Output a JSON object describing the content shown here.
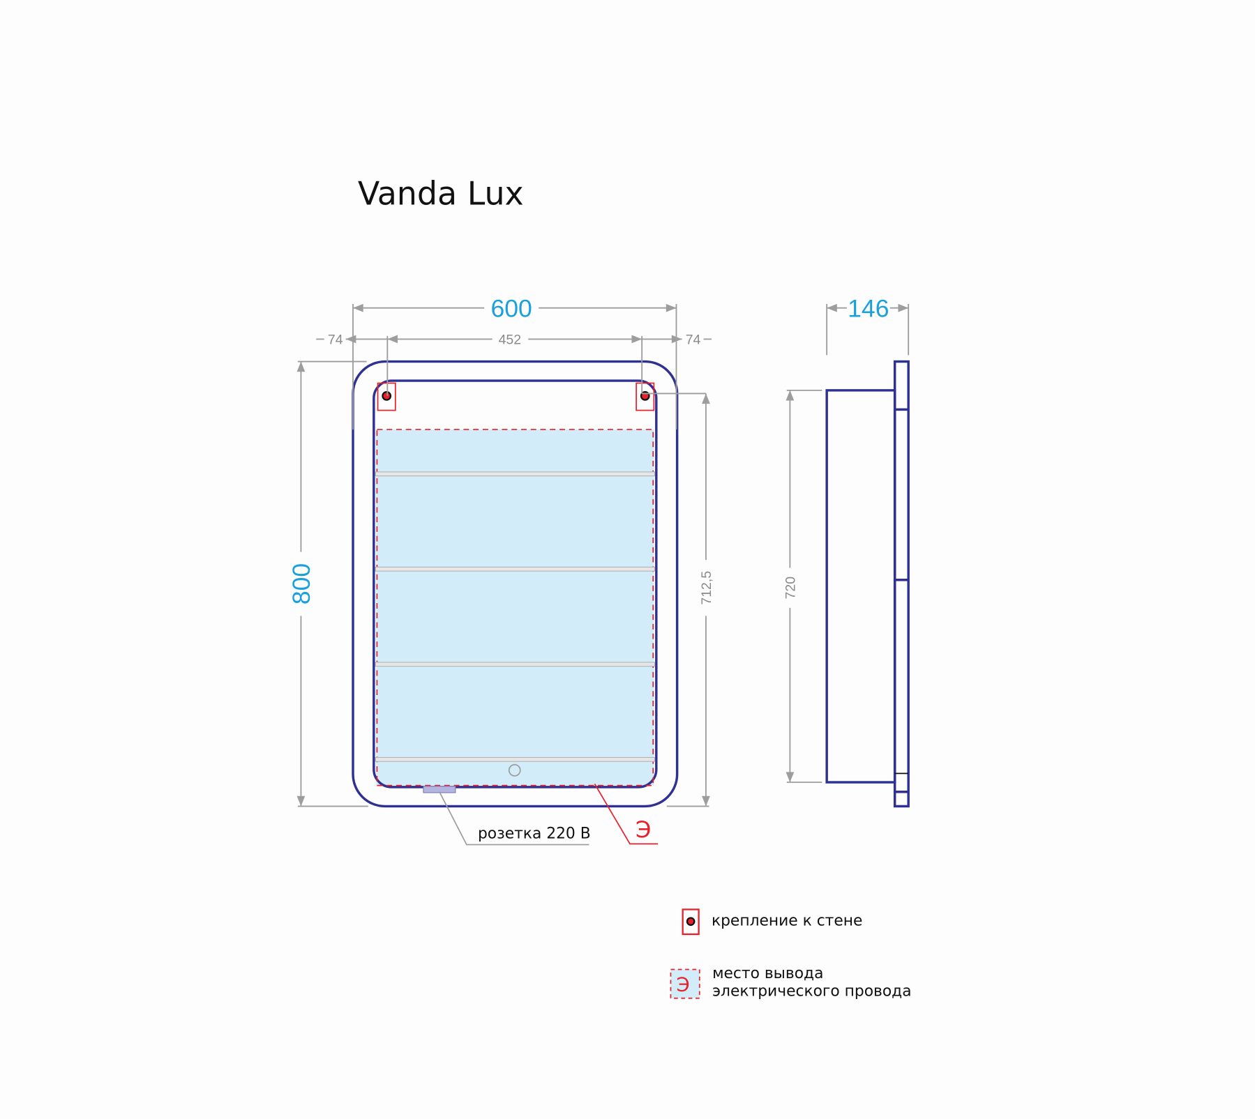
{
  "title": "Vanda Lux",
  "dimensions": {
    "width_total": "600",
    "mount_spacing": "452",
    "offset_left": "74",
    "offset_right": "74",
    "height_total": "800",
    "mount_height": "712,5",
    "depth": "146",
    "side_height": "720"
  },
  "callouts": {
    "socket": "розетка 220 В",
    "electric_mark": "Э"
  },
  "legend": {
    "mount_label": "крепление к стене",
    "wire_mark": "Э",
    "wire_label_line1": "место вывода",
    "wire_label_line2": "электрического провода"
  },
  "colors": {
    "frame": "#2e3192",
    "accent": "#1aa0dc",
    "red": "#e8202a",
    "glass": "#d3ecf9"
  }
}
